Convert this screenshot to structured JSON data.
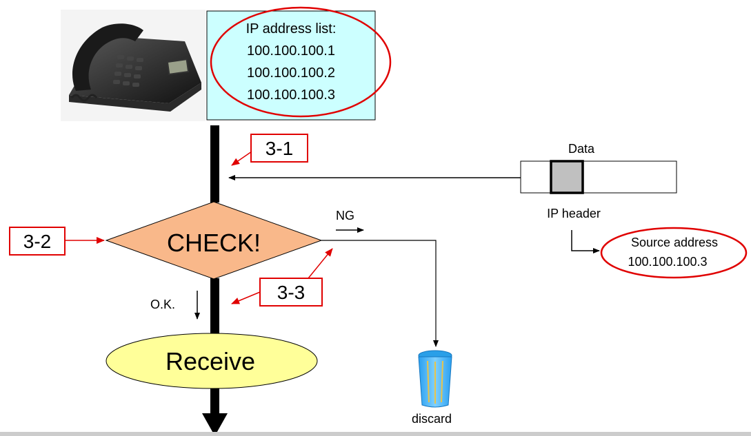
{
  "ip_list": {
    "title": "IP address list:",
    "addresses": [
      "100.100.100.1",
      "100.100.100.2",
      "100.100.100.3"
    ]
  },
  "steps": {
    "step1": "3-1",
    "step2": "3-2",
    "step3": "3-3"
  },
  "check_label": "CHECK!",
  "receive_label": "Receive",
  "ok_label": "O.K.",
  "ng_label": "NG",
  "discard_label": "discard",
  "packet": {
    "data_label": "Data",
    "header_label": "IP header"
  },
  "source": {
    "title": "Source address",
    "address": "100.100.100.3"
  },
  "colors": {
    "step_red": "#e00000",
    "list_bg": "#ccffff",
    "diamond": "#f9b88a",
    "receive": "#ffff99",
    "header_field": "#c0c0c0",
    "trash": "#4db8ff"
  },
  "icons": {
    "phone": "desk-phone-icon",
    "trash": "trash-can-icon"
  }
}
